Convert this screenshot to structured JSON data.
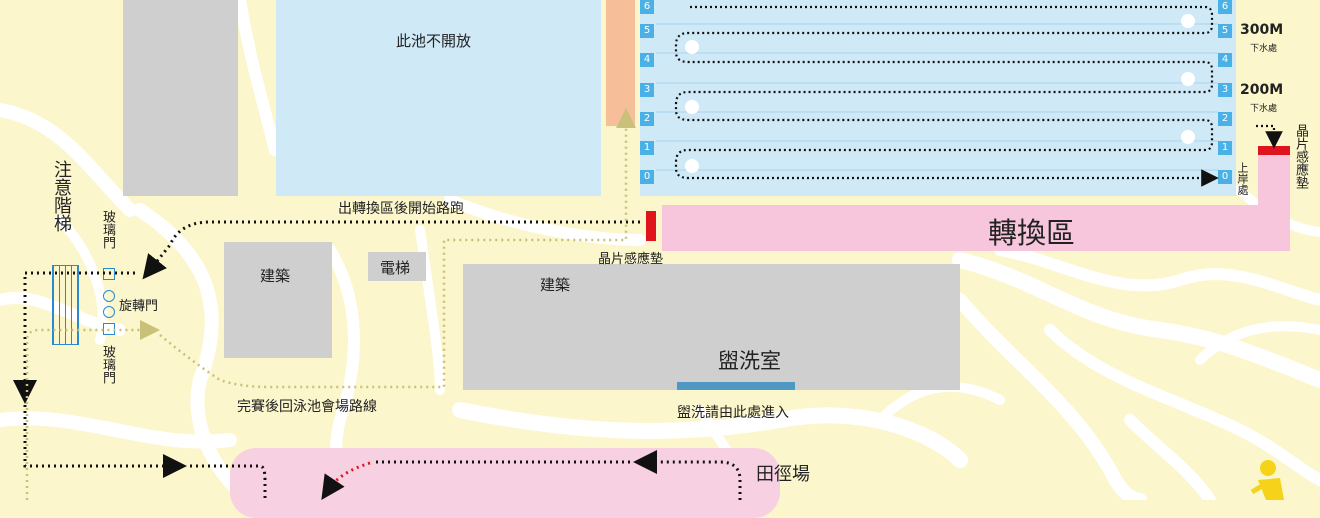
{
  "map": {
    "closed_pool_label": "此池不開放",
    "building_left_label": "建築",
    "building_main_label": "建築",
    "elevator_label": "電梯",
    "restroom_label": "盥洗室",
    "restroom_entry_label": "盥洗請由此處進入",
    "transition_zone_label": "轉換區",
    "run_start_label": "出轉換區後開始路跑",
    "chip_mat_label_bottom": "晶片感應墊",
    "chip_mat_label_right": "晶片感應墊",
    "exit_label": "上岸處",
    "return_route_label": "完賽後回泳池會場路線",
    "track_field_label": "田徑場",
    "stairs_label": "注意階梯",
    "glass_door_top_label": "玻璃門",
    "glass_door_bottom_label": "玻璃門",
    "revolving_door_label": "旋轉門",
    "marker_300": {
      "distance": "300M",
      "note": "下水處"
    },
    "marker_200": {
      "distance": "200M",
      "note": "下水處"
    },
    "lanes_left": [
      "6",
      "5",
      "4",
      "3",
      "2",
      "1",
      "0"
    ],
    "lanes_right": [
      "6",
      "5",
      "4",
      "3",
      "2",
      "1",
      "0"
    ]
  },
  "colors": {
    "background": "#fbf6cc",
    "pool": "#cfe9f7",
    "building": "#cfcfcf",
    "transition_zone": "#f7c6dc",
    "chip_mat": "#e0141c",
    "lane_number": "#4ab1e6",
    "orange_strip": "#f6bf9a",
    "return_route": "#c9c07a",
    "restroom_entry": "#4f98c4"
  }
}
